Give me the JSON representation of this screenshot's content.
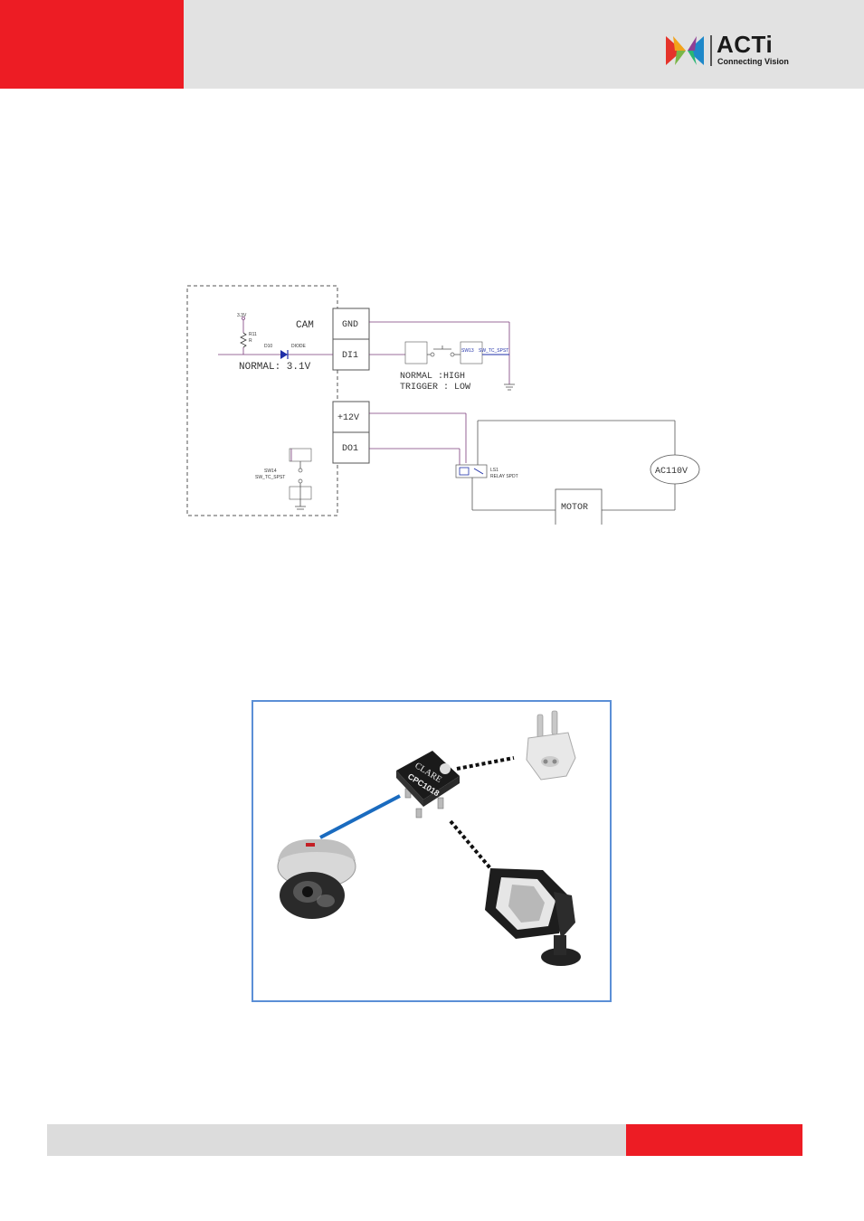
{
  "header": {
    "brand_name": "ACTi",
    "tagline": "Connecting Vision"
  },
  "schematic": {
    "cam_label": "CAM",
    "terminals": {
      "gnd": "GND",
      "di1": "DI1",
      "v12": "+12V",
      "do1": "DO1"
    },
    "normal_voltage": "NORMAL: 3.1V",
    "normal_state": "NORMAL :HIGH",
    "trigger_state": "TRIGGER : LOW",
    "ac_source": "AC110V",
    "motor": "MOTOR",
    "small_labels": {
      "v33": "3.3V",
      "r11": "R11",
      "r": "R",
      "d10": "D10",
      "diode": "DIODE",
      "sw13": "SW13",
      "sw13_type": "SW_TC_SPST",
      "sw14": "SW14",
      "sw14_type": "SW_TC_SPST",
      "ls1": "LS1",
      "relay": "RELAY SPDT"
    }
  },
  "photo": {
    "chip_brand": "CLARE",
    "chip_model": "CPC1018"
  }
}
